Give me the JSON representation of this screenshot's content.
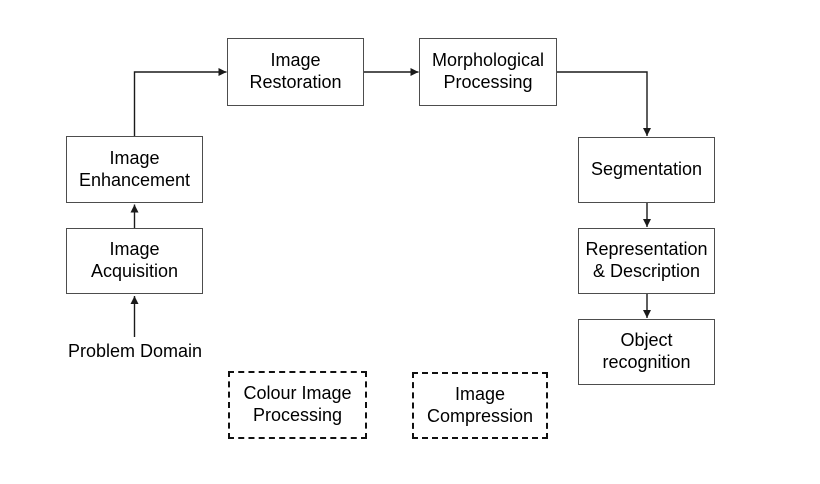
{
  "diagram": {
    "background": "#ffffff",
    "colors": {
      "box_border": "#4d4d4d",
      "dashed_border": "#111111",
      "arrow": "#1a1a1a",
      "text": "#000000"
    },
    "nodes": {
      "image_restoration": {
        "label": "Image\nRestoration",
        "style": "solid"
      },
      "morphological_processing": {
        "label": "Morphological\nProcessing",
        "style": "solid"
      },
      "image_enhancement": {
        "label": "Image\nEnhancement",
        "style": "solid"
      },
      "image_acquisition": {
        "label": "Image\nAcquisition",
        "style": "solid"
      },
      "segmentation": {
        "label": "Segmentation",
        "style": "solid"
      },
      "representation_description": {
        "label": "Representation\n& Description",
        "style": "solid"
      },
      "object_recognition": {
        "label": "Object\nrecognition",
        "style": "solid"
      },
      "colour_image_processing": {
        "label": "Colour Image\nProcessing",
        "style": "dashed"
      },
      "image_compression": {
        "label": "Image\nCompression",
        "style": "dashed"
      },
      "problem_domain": {
        "label": "Problem Domain",
        "style": "plain-text"
      }
    },
    "edges": [
      {
        "from": "problem_domain",
        "to": "image_acquisition",
        "direction": "up"
      },
      {
        "from": "image_acquisition",
        "to": "image_enhancement",
        "direction": "up"
      },
      {
        "from": "image_enhancement",
        "to": "image_restoration",
        "direction": "up-right-elbow"
      },
      {
        "from": "image_restoration",
        "to": "morphological_processing",
        "direction": "right"
      },
      {
        "from": "morphological_processing",
        "to": "segmentation",
        "direction": "right-down-elbow"
      },
      {
        "from": "segmentation",
        "to": "representation_description",
        "direction": "down"
      },
      {
        "from": "representation_description",
        "to": "object_recognition",
        "direction": "down"
      }
    ]
  }
}
